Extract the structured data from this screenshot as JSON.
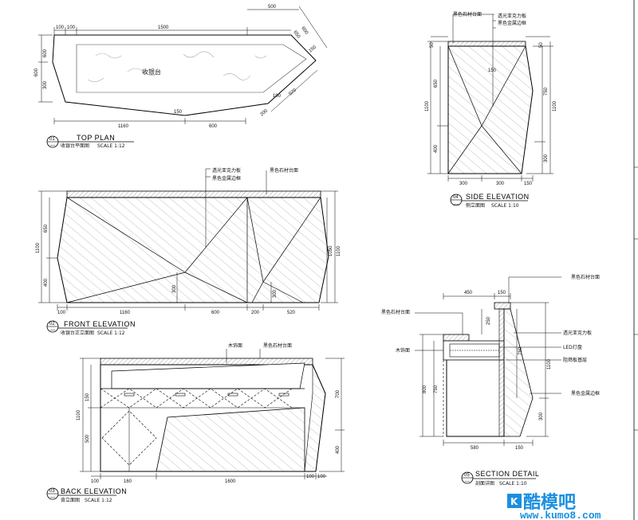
{
  "views": {
    "top_plan": {
      "num": "01",
      "title": "TOP PLAN",
      "subtitle": "收银台平面图",
      "scale": "SCALE 1:12",
      "center_label": "收银台",
      "dims": {
        "top_a": "100",
        "top_b": "100",
        "top_c": "1500",
        "top_d": "500",
        "diag_a": "600",
        "diag_b": "650",
        "diag_c": "150",
        "diag_d": "520",
        "left_a": "600",
        "left_b": "300",
        "inner_a": "150",
        "inner_b": "100",
        "inner_c": "200",
        "bot_a": "1160",
        "bot_b": "600"
      }
    },
    "side_elevation": {
      "num": "04",
      "title": "SIDE ELEVATION",
      "subtitle": "侧立面图",
      "scale": "SCALE 1:10",
      "notes": [
        "黑色石材台面",
        "透光亚克力板",
        "黑色金属边框"
      ],
      "dims": {
        "top_a": "50",
        "top_b": "150",
        "left_a": "650",
        "left_b": "1100",
        "left_c": "400",
        "left_d": "50",
        "right_a": "750",
        "right_b": "1100",
        "right_c": "300",
        "bot_a": "300",
        "bot_b": "300",
        "bot_c": "150"
      }
    },
    "front_elevation": {
      "num": "02",
      "title": "FRONT ELEVATION",
      "subtitle": "收银台正立面图",
      "scale": "SCALE 1:12",
      "notes": [
        "透光亚克力板",
        "黑色金属边框",
        "黑色石材台面"
      ],
      "dims": {
        "left_a": "650",
        "left_b": "1100",
        "left_c": "400",
        "right_a": "1100",
        "right_b": "1050",
        "inner_a": "300",
        "inner_b": "300",
        "bot_a": "100",
        "bot_b": "1160",
        "bot_c": "600",
        "bot_d": "200",
        "bot_e": "520"
      }
    },
    "back_elevation": {
      "num": "03",
      "title": "BACK ELEVATION",
      "subtitle": "背立面图",
      "scale": "SCALE 1:12",
      "notes": [
        "木饰面",
        "黑色石材台面"
      ],
      "dims": {
        "left_a": "1100",
        "left_b": "500",
        "left_c": "150",
        "right_a": "700",
        "right_b": "400",
        "bot_a": "100",
        "bot_b": "160",
        "bot_c": "1600",
        "bot_d": "100",
        "bot_e": "100"
      }
    },
    "section_detail": {
      "num": "05",
      "title": "SECTION DETAIL",
      "subtitle": "剖面详图",
      "scale": "SCALE 1:10",
      "notes_left": [
        "黑色石材台面",
        "木饰面"
      ],
      "notes_right": [
        "黑色石材台面",
        "透光亚克力板",
        "LED灯盘",
        "阻燃板基层",
        "黑色金属边框"
      ],
      "dims": {
        "top_a": "450",
        "top_b": "150",
        "left_a": "800",
        "left_b": "750",
        "inner_a": "250",
        "inner_b": "750",
        "right_a": "1100",
        "right_b": "300",
        "bot_a": "580",
        "bot_b": "150"
      }
    }
  },
  "watermark": {
    "brand": "酷模吧",
    "url": "www.kumo8.com"
  },
  "colors": {
    "line": "#000000",
    "hatch": "#777777",
    "watermark": "#1a8fe0"
  }
}
